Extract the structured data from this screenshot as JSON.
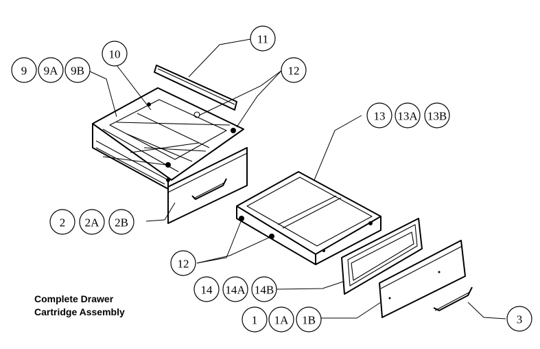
{
  "caption": {
    "line1": "Complete Drawer",
    "line2": "Cartridge Assembly"
  },
  "callouts": {
    "c9": "9",
    "c9a": "9A",
    "c9b": "9B",
    "c10": "10",
    "c11": "11",
    "c12_top": "12",
    "c13": "13",
    "c13a": "13A",
    "c13b": "13B",
    "c2": "2",
    "c2a": "2A",
    "c2b": "2B",
    "c12_bottom": "12",
    "c14": "14",
    "c14a": "14A",
    "c14b": "14B",
    "c1": "1",
    "c1a": "1A",
    "c1b": "1B",
    "c3": "3"
  }
}
